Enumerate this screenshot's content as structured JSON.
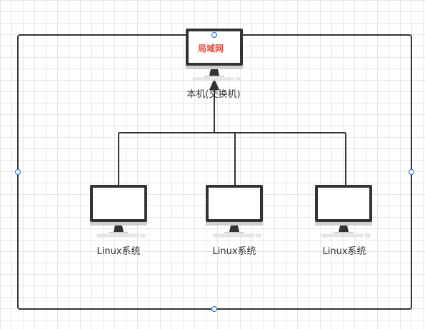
{
  "diagram": {
    "switch_node": {
      "screen_text": "局域网",
      "label": "本机(交换机)"
    },
    "linux_nodes": [
      {
        "label": "Linux系统"
      },
      {
        "label": "Linux系统"
      },
      {
        "label": "Linux系统"
      }
    ],
    "colors": {
      "monitor_frame": "#333333",
      "screen_text": "#e04b3c",
      "connector": "#333333",
      "container_border": "#333333",
      "selection_handle": "#2f7fd8"
    },
    "icons": {
      "switch_node": "desktop-computer-icon",
      "linux_node": "desktop-computer-icon"
    }
  }
}
